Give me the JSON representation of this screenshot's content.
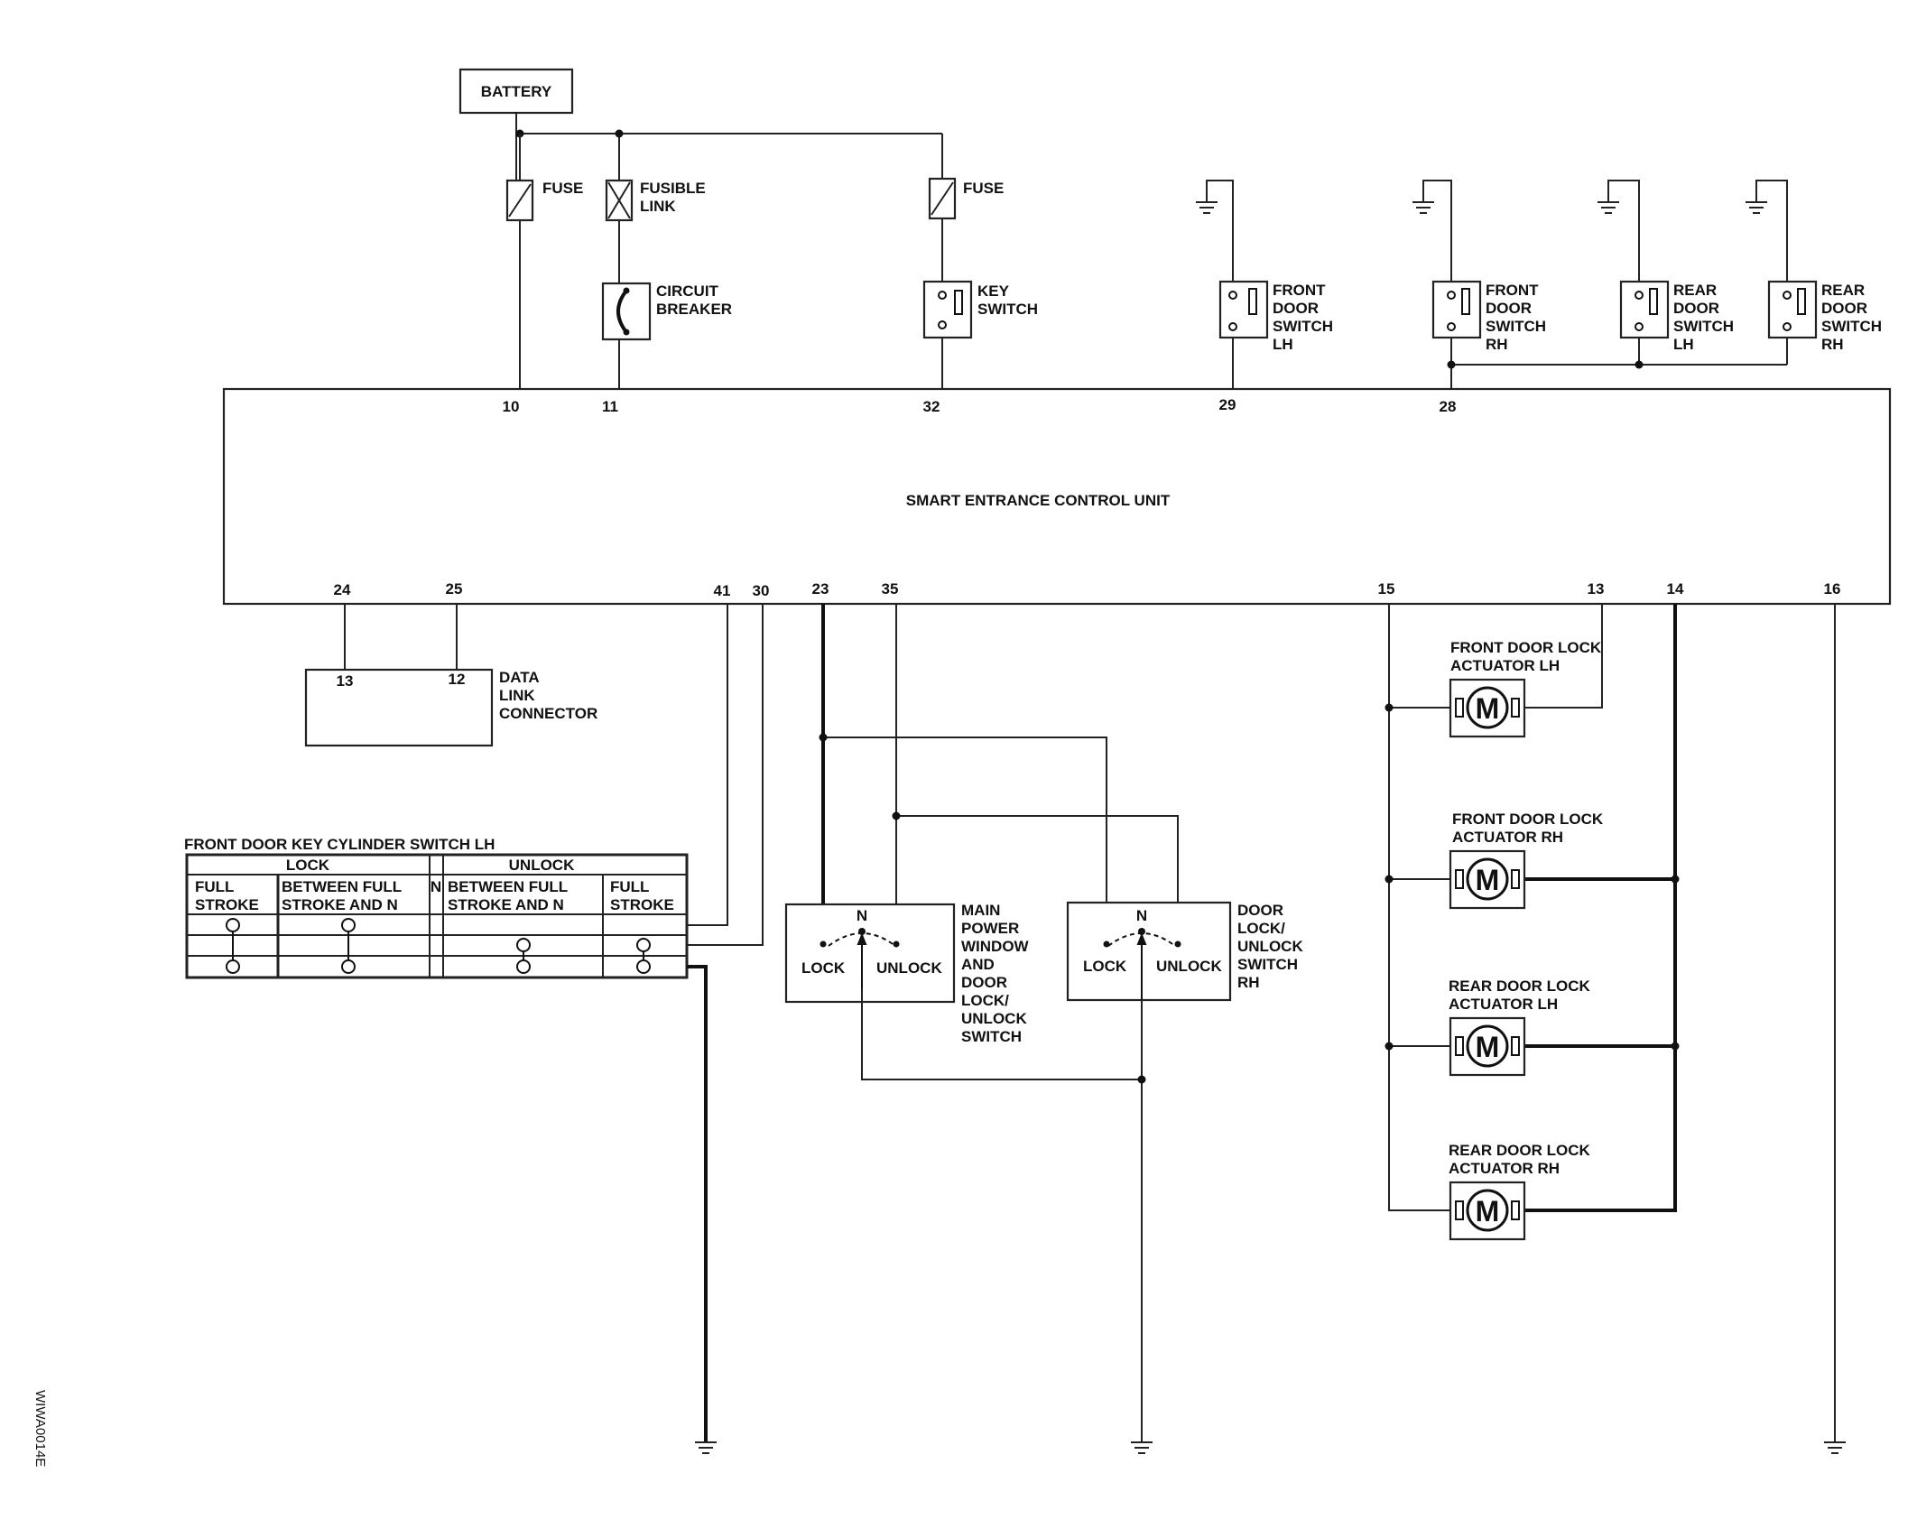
{
  "battery": "BATTERY",
  "fuse1": "FUSE",
  "fusible_link": [
    "FUSIBLE",
    "LINK"
  ],
  "fuse2": "FUSE",
  "circuit_breaker": [
    "CIRCUIT",
    "BREAKER"
  ],
  "key_switch": [
    "KEY",
    "SWITCH"
  ],
  "front_door_switch_lh": [
    "FRONT",
    "DOOR",
    "SWITCH",
    "LH"
  ],
  "front_door_switch_rh": [
    "FRONT",
    "DOOR",
    "SWITCH",
    "RH"
  ],
  "rear_door_switch_lh": [
    "REAR",
    "DOOR",
    "SWITCH",
    "LH"
  ],
  "rear_door_switch_rh": [
    "REAR",
    "DOOR",
    "SWITCH",
    "RH"
  ],
  "control_unit": "SMART ENTRANCE CONTROL UNIT",
  "pins_top": [
    "10",
    "11",
    "32",
    "29",
    "28"
  ],
  "pins_bottom": [
    "24",
    "25",
    "41",
    "30",
    "23",
    "35",
    "15",
    "13",
    "14",
    "16"
  ],
  "data_link_connector": [
    "DATA",
    "LINK",
    "CONNECTOR"
  ],
  "dlc_pins": [
    "13",
    "12"
  ],
  "key_cylinder": {
    "title": "FRONT DOOR KEY CYLINDER SWITCH LH",
    "lock": "LOCK",
    "unlock": "UNLOCK",
    "n": "N",
    "lock_full": [
      "FULL",
      "STROKE"
    ],
    "lock_between": [
      "BETWEEN FULL",
      "STROKE AND N"
    ],
    "unlock_between": [
      "BETWEEN FULL",
      "STROKE AND N"
    ],
    "unlock_full": [
      "FULL",
      "STROKE"
    ]
  },
  "main_switch": {
    "n": "N",
    "lock": "LOCK",
    "unlock": "UNLOCK",
    "name": [
      "MAIN",
      "POWER",
      "WINDOW",
      "AND",
      "DOOR",
      "LOCK/",
      "UNLOCK",
      "SWITCH"
    ]
  },
  "rh_switch": {
    "n": "N",
    "lock": "LOCK",
    "unlock": "UNLOCK",
    "name": [
      "DOOR",
      "LOCK/",
      "UNLOCK",
      "SWITCH",
      "RH"
    ]
  },
  "actuators": [
    [
      "FRONT DOOR LOCK",
      "ACTUATOR LH"
    ],
    [
      "FRONT DOOR LOCK",
      "ACTUATOR RH"
    ],
    [
      "REAR DOOR LOCK",
      "ACTUATOR LH"
    ],
    [
      "REAR DOOR LOCK",
      "ACTUATOR RH"
    ]
  ],
  "motor_symbol": "M",
  "figure_id": "WIWA0014E"
}
